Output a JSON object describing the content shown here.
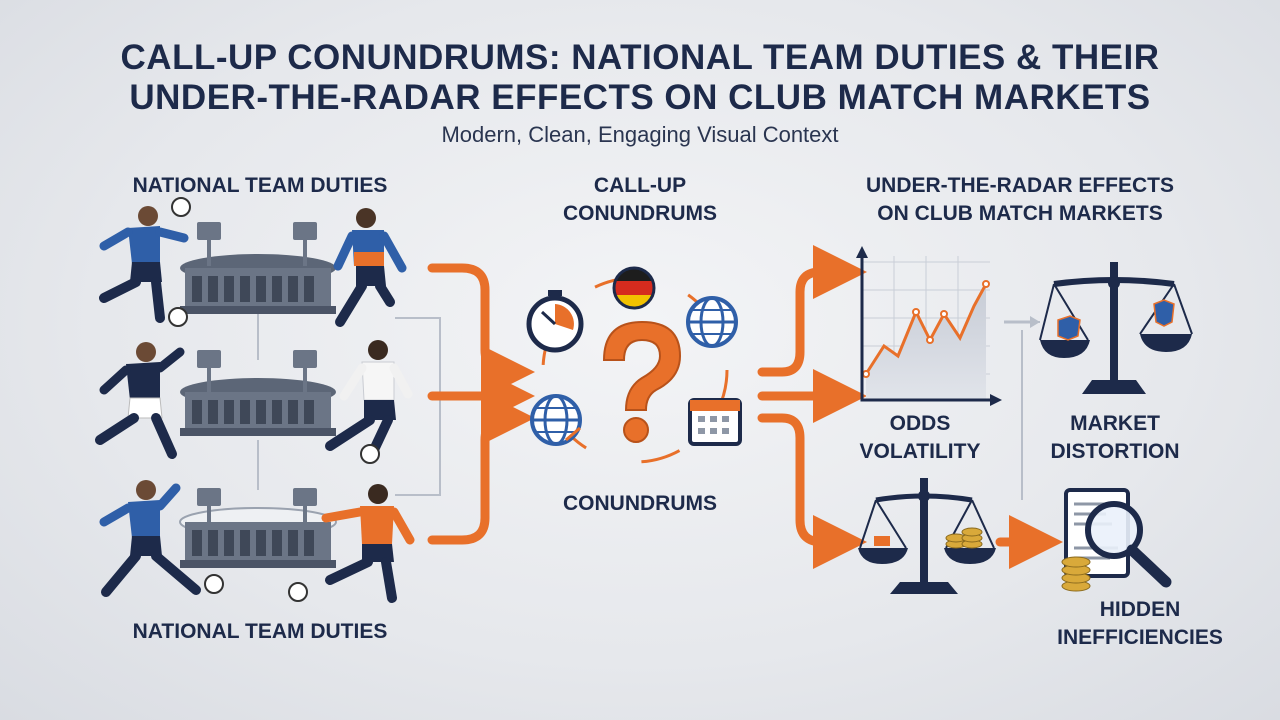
{
  "title": {
    "line1": "CALL-UP CONUNDRUMS: NATIONAL TEAM DUTIES & THEIR",
    "line2": "UNDER-THE-RADAR EFFECTS ON CLUB MATCH MARKETS",
    "subtitle": "Modern, Clean, Engaging Visual Context"
  },
  "left_column": {
    "heading": "NATIONAL TEAM DUTIES",
    "footer": "NATIONAL TEAM DUTIES",
    "rows": [
      {
        "icons": [
          "footballer-blue-icon",
          "stadium-icon",
          "footballer-blue-orange-icon"
        ]
      },
      {
        "icons": [
          "footballer-navy-icon",
          "stadium-icon",
          "footballer-white-icon"
        ]
      },
      {
        "icons": [
          "footballer-blue-icon",
          "stadium-icon",
          "footballer-orange-icon"
        ]
      }
    ]
  },
  "center_column": {
    "heading_line1": "CALL-UP",
    "heading_line2": "CONUNDRUMS",
    "footer": "CONUNDRUMS",
    "icons": [
      "stopwatch-icon",
      "flag-icon",
      "globe-icon",
      "globe-icon",
      "calendar-icon",
      "question-mark-icon"
    ]
  },
  "right_column": {
    "heading_line1": "UNDER-THE-RADAR EFFECTS",
    "heading_line2": "ON CLUB MATCH MARKETS",
    "items": [
      {
        "line1": "ODDS",
        "line2": "VOLATILITY",
        "icon": "line-chart-icon"
      },
      {
        "line1": "MARKET",
        "line2": "DISTORTION",
        "icon": "balance-scale-icon"
      },
      {
        "icon": "scale-coins-icon"
      },
      {
        "line1": "HIDDEN",
        "line2": "INEFFICIENCIES",
        "icon": "magnifier-document-icon"
      }
    ]
  },
  "colors": {
    "navy": "#1d2a4a",
    "orange": "#e8702a",
    "blue": "#2f5fa8",
    "grey": "#8e97a6"
  }
}
